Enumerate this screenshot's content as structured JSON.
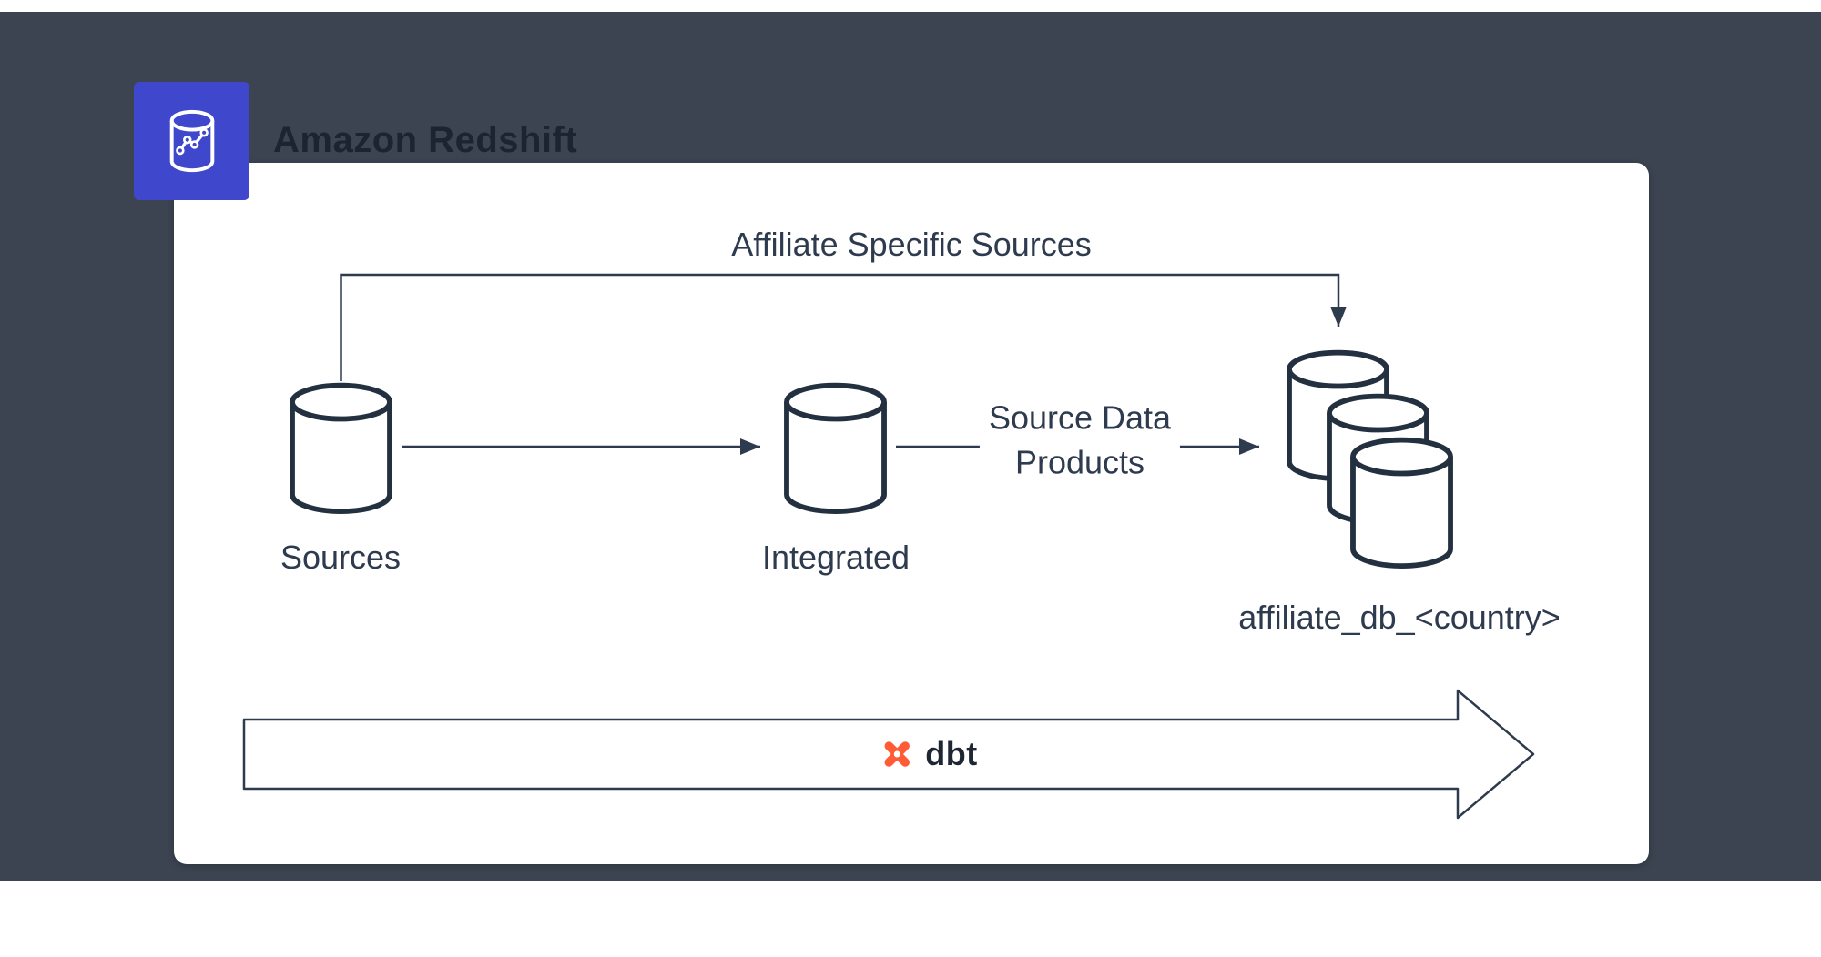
{
  "app": {
    "title": "Amazon Redshift"
  },
  "diagram": {
    "flow_label": "Affiliate Specific Sources",
    "nodes": {
      "sources": "Sources",
      "integrated": "Integrated",
      "affiliate": "affiliate_db_<country>"
    },
    "edge_label": {
      "line1": "Source Data",
      "line2": "Products"
    },
    "pipeline": {
      "tool": "dbt"
    }
  },
  "colors": {
    "background": "#3C4452",
    "badge_blue": "#3F48CC",
    "shape_stroke": "#23303F",
    "text": "#2E3B4E",
    "dbt_orange": "#FF5C35"
  }
}
